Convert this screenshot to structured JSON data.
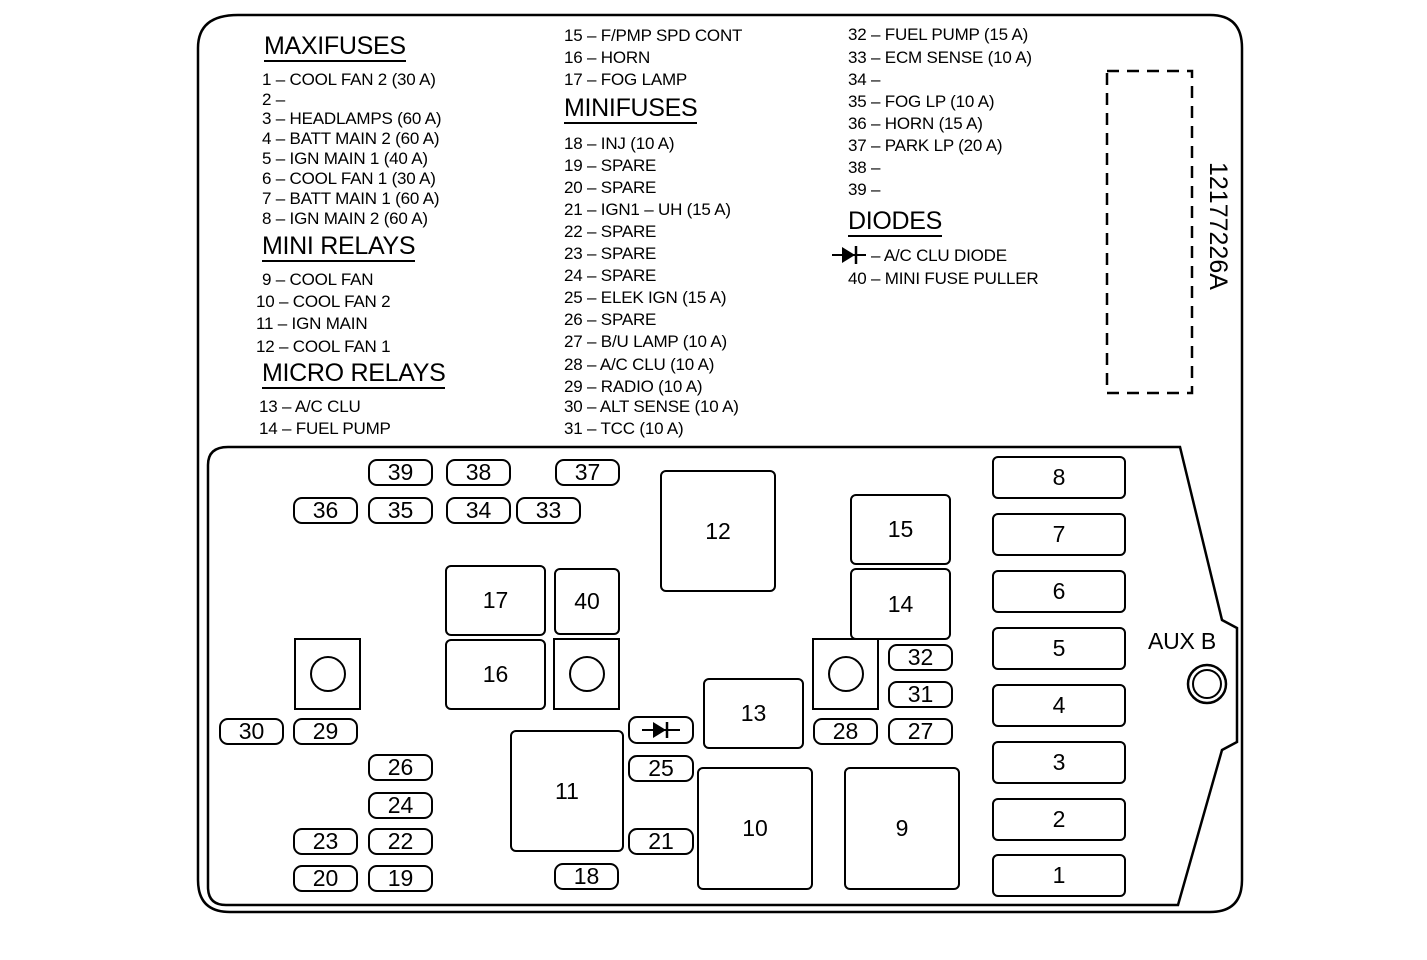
{
  "legend": {
    "maxifuses_heading": "MAXIFUSES",
    "maxifuses": [
      "1 – COOL FAN 2 (30 A)",
      "2 –",
      "3 – HEADLAMPS (60 A)",
      "4 – BATT MAIN 2 (60 A)",
      "5 – IGN MAIN 1 (40 A)",
      "6 – COOL FAN 1 (30 A)",
      "7 – BATT MAIN 1 (60 A)",
      "8 – IGN MAIN 2 (60 A)"
    ],
    "mini_relays_heading": "MINI RELAYS",
    "mini_relays": [
      "9 – COOL FAN",
      "10 – COOL FAN 2",
      "11 – IGN MAIN",
      "12 – COOL FAN 1"
    ],
    "micro_relays_heading": "MICRO RELAYS",
    "micro_relays": [
      "13 – A/C CLU",
      "14 – FUEL PUMP",
      "15 – F/PMP SPD CONT",
      "16 – HORN",
      "17 – FOG LAMP"
    ],
    "minifuses_heading": "MINIFUSES",
    "minifuses": [
      "18 – INJ (10 A)",
      "19 – SPARE",
      "20 – SPARE",
      "21 – IGN1 – UH (15 A)",
      "22 – SPARE",
      "23 – SPARE",
      "24 – SPARE",
      "25 – ELEK IGN (15 A)",
      "26 – SPARE",
      "27 – B/U LAMP (10 A)",
      "28 – A/C CLU (10 A)",
      "29 – RADIO (10 A)",
      "30 – ALT SENSE (10 A)",
      "31 – TCC (10 A)",
      "32 – FUEL PUMP (15 A)",
      "33 – ECM SENSE (10 A)",
      "34 –",
      "35 – FOG LP (10 A)",
      "36 – HORN (15 A)",
      "37 – PARK LP (20 A)",
      "38 –",
      "39 –"
    ],
    "diodes_heading": "DIODES",
    "diodes": [
      "– A/C CLU DIODE",
      "40 – MINI FUSE PULLER"
    ]
  },
  "part_number": "12177226A",
  "aux_label": "AUX B",
  "maxifuse_labels": [
    "8",
    "7",
    "6",
    "5",
    "4",
    "3",
    "2",
    "1"
  ],
  "relay_labels": {
    "r9": "9",
    "r10": "10",
    "r11": "11",
    "r12": "12",
    "r13": "13",
    "r14": "14",
    "r15": "15",
    "r16": "16",
    "r17": "17",
    "p40": "40"
  },
  "minifuse_labels": {
    "f18": "18",
    "f19": "19",
    "f20": "20",
    "f21": "21",
    "f22": "22",
    "f23": "23",
    "f24": "24",
    "f25": "25",
    "f26": "26",
    "f27": "27",
    "f28": "28",
    "f29": "29",
    "f30": "30",
    "f31": "31",
    "f32": "32",
    "f33": "33",
    "f34": "34",
    "f35": "35",
    "f36": "36",
    "f37": "37",
    "f38": "38",
    "f39": "39"
  },
  "icons": {
    "diode": "diode-symbol-icon",
    "socket": "socket-ring-icon",
    "aux_stud": "aux-stud-icon"
  }
}
